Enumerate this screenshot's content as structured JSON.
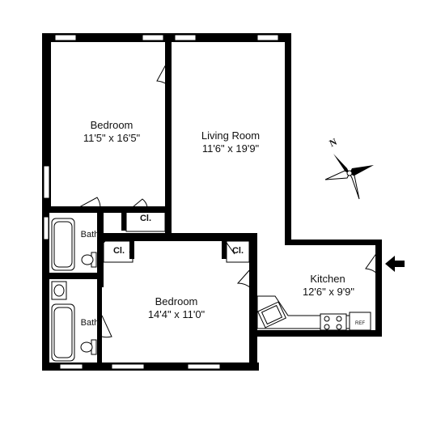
{
  "rooms": {
    "bedroom1": {
      "name": "Bedroom",
      "dims": "11'5\" x 16'5\""
    },
    "living": {
      "name": "Living Room",
      "dims": "11'6\" x 19'9\""
    },
    "bedroom2": {
      "name": "Bedroom",
      "dims": "14'4\" x 11'0\""
    },
    "kitchen": {
      "name": "Kitchen",
      "dims": "12'6\" x 9'9\""
    }
  },
  "closets": [
    "Cl.",
    "Cl.",
    "Cl."
  ],
  "baths": [
    "Bath",
    "Bath"
  ],
  "appliance": {
    "fridge": "REF"
  },
  "compass": {
    "north": "N"
  },
  "entry": {
    "arrow": "entry-arrow"
  }
}
